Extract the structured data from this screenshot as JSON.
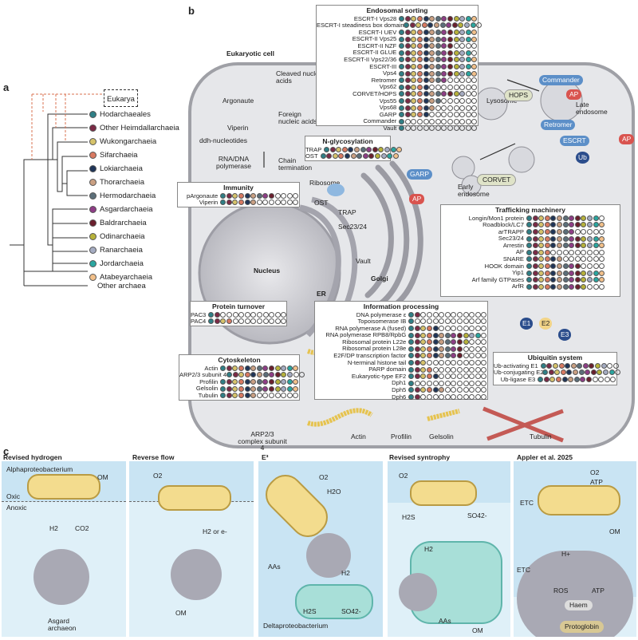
{
  "panel_labels": {
    "a": "a",
    "b": "b",
    "c": "c"
  },
  "tree": {
    "eukarya": "Eukarya",
    "taxa": [
      {
        "name": "Hodarchaeales",
        "color": "#2f7f86"
      },
      {
        "name": "Other Heimdallarchaeia",
        "color": "#7b2a45"
      },
      {
        "name": "Wukongarchaeia",
        "color": "#d6c36b"
      },
      {
        "name": "Sifarchaeia",
        "color": "#d97a62"
      },
      {
        "name": "Lokiarchaeia",
        "color": "#1f3558"
      },
      {
        "name": "Thorarchaeia",
        "color": "#caa083"
      },
      {
        "name": "Hermodarchaeia",
        "color": "#5c6f7a"
      },
      {
        "name": "Asgardarchaeia",
        "color": "#8e3d86"
      },
      {
        "name": "Baldrarchaeia",
        "color": "#6a1f2d"
      },
      {
        "name": "Odinarchaeia",
        "color": "#b7b23a"
      },
      {
        "name": "Ranarchaeia",
        "color": "#a5acc2"
      },
      {
        "name": "Jordarchaeia",
        "color": "#2aa6a0"
      },
      {
        "name": "Atabeyarchaeia",
        "color": "#f2c08a"
      }
    ],
    "outgroup": "Other archaea"
  },
  "cell": {
    "title": "Eukaryotic cell",
    "labels": {
      "cleaved": "Cleaved nucleic acids",
      "argonaute": "Argonaute",
      "foreign": "Foreign nucleic acids",
      "viperin": "Viperin",
      "ddh": "ddh-nucleotides",
      "rnadna": "RNA/DNA polymerase",
      "chain": "Chain termination",
      "ribosome": "Ribosome",
      "ost": "OST",
      "trap": "TRAP",
      "sec": "Sec23/24",
      "vault": "Vault",
      "golgi": "Golgi",
      "er": "ER",
      "nucleus": "Nucleus",
      "garp": "GARP",
      "ap1": "AP",
      "early": "Early endosome",
      "corvet": "CORVET",
      "lysosome": "Lysosome",
      "hops": "HOPS",
      "commander": "Commander",
      "ap2": "AP",
      "late": "Late endosome",
      "retromer": "Retromer",
      "escrt": "ESCRT",
      "ub": "Ub",
      "ap3": "AP",
      "e1": "E1",
      "e2": "E2",
      "e3": "E3",
      "arp": "ARP2/3 complex subunit 4",
      "actin": "Actin",
      "profilin": "Profilin",
      "gelsolin": "Gelsolin",
      "tubulin": "Tubulin"
    }
  },
  "matrices": {
    "endosomal": {
      "title": "Endosomal sorting",
      "rows": [
        "ESCRT-I Vps28",
        "ESCRT-I steadiness box domain",
        "ESCRT-I UEV",
        "ESCRT-II Vps25",
        "ESCRT-II NZF",
        "ESCRT-II GLUE",
        "ESCRT-II Vps22/36",
        "ESCRT-III",
        "Vps4",
        "Retromer",
        "Vps62",
        "CORVET/HOPS",
        "Vps55",
        "Vps68",
        "GARP",
        "Commander",
        "Vault"
      ],
      "fill": [
        13,
        12,
        13,
        13,
        9,
        12,
        13,
        13,
        13,
        8,
        5,
        11,
        7,
        6,
        5,
        1,
        1
      ]
    },
    "nglyc": {
      "title": "N-glycosylation",
      "rows": [
        "TRAP",
        "OST"
      ],
      "fill": [
        13,
        13
      ]
    },
    "immunity": {
      "title": "Immunity",
      "rows": [
        "pArgonaute",
        "Viperin"
      ],
      "fill": [
        9,
        6
      ]
    },
    "trafficking": {
      "title": "Trafficking machinery",
      "rows": [
        "Longin/Mon1 protein",
        "Roadblock/LC7",
        "arTRAPP",
        "Sec23/24",
        "Arrestin",
        "AP",
        "SNARE",
        "HOOK domain",
        "Yip1",
        "Arf family GTPases",
        "ArfR"
      ],
      "fill": [
        12,
        13,
        8,
        13,
        13,
        4,
        6,
        9,
        13,
        13,
        10
      ]
    },
    "turnover": {
      "title": "Protein turnover",
      "rows": [
        "PAC3",
        "PAC4"
      ],
      "fill": [
        2,
        4
      ]
    },
    "cytoskeleton": {
      "title": "Cytoskeleton",
      "rows": [
        "Actin",
        "ARP2/3 subunit 4",
        "Profilin",
        "Gelsolin",
        "Tubulin"
      ],
      "fill": [
        13,
        11,
        13,
        13,
        6
      ]
    },
    "information": {
      "title": "Information processing",
      "rows": [
        "DNA polymerase ε",
        "Topoisomerase IB",
        "RNA polymerase A (fused)",
        "RNA polymerase RPB8/RpbG",
        "Ribosomal protein L22e",
        "Ribosomal protein L28e",
        "E2F/DP transcription factor",
        "N-terminal histone tail",
        "PARP domain",
        "Eukaryotic-type EF2",
        "Dph1",
        "Dph5",
        "Dph6"
      ],
      "fill": [
        2,
        1,
        5,
        12,
        10,
        9,
        9,
        3,
        4,
        5,
        1,
        6,
        2
      ]
    },
    "ubiquitin": {
      "title": "Ubiquitin system",
      "rows": [
        "Ub-activating E1",
        "Ub-conjugating E2",
        "Ub-ligase E3"
      ],
      "fill": [
        11,
        12,
        9
      ]
    }
  },
  "panel_c": [
    {
      "title": "Revised hydrogen",
      "labels": {
        "alpha": "Alphaproteobacterium",
        "om": "OM",
        "oxic": "Oxic",
        "anoxic": "Anoxic",
        "h2": "H2",
        "co2": "CO2",
        "asgard": "Asgard archaeon"
      }
    },
    {
      "title": "Reverse flow",
      "labels": {
        "o2": "O2",
        "h2e": "H2 or e-",
        "om": "OM"
      }
    },
    {
      "title": "E³",
      "labels": {
        "o2": "O2",
        "h2o": "H2O",
        "aas": "AAs",
        "h2": "H2",
        "h2s": "H2S",
        "so4": "SO42-",
        "delta": "Deltaproteobacterium"
      }
    },
    {
      "title": "Revised syntrophy",
      "labels": {
        "o2": "O2",
        "h2s": "H2S",
        "so4": "SO42-",
        "h2": "H2",
        "aas": "AAs",
        "om": "OM"
      }
    },
    {
      "title": "Appler et al. 2025",
      "labels": {
        "o2": "O2",
        "atp": "ATP",
        "etc": "ETC",
        "om": "OM",
        "ros": "ROS",
        "atp2": "ATP",
        "haem": "Haem",
        "protoglobin": "Protoglobin",
        "hplus": "H+"
      }
    }
  ]
}
